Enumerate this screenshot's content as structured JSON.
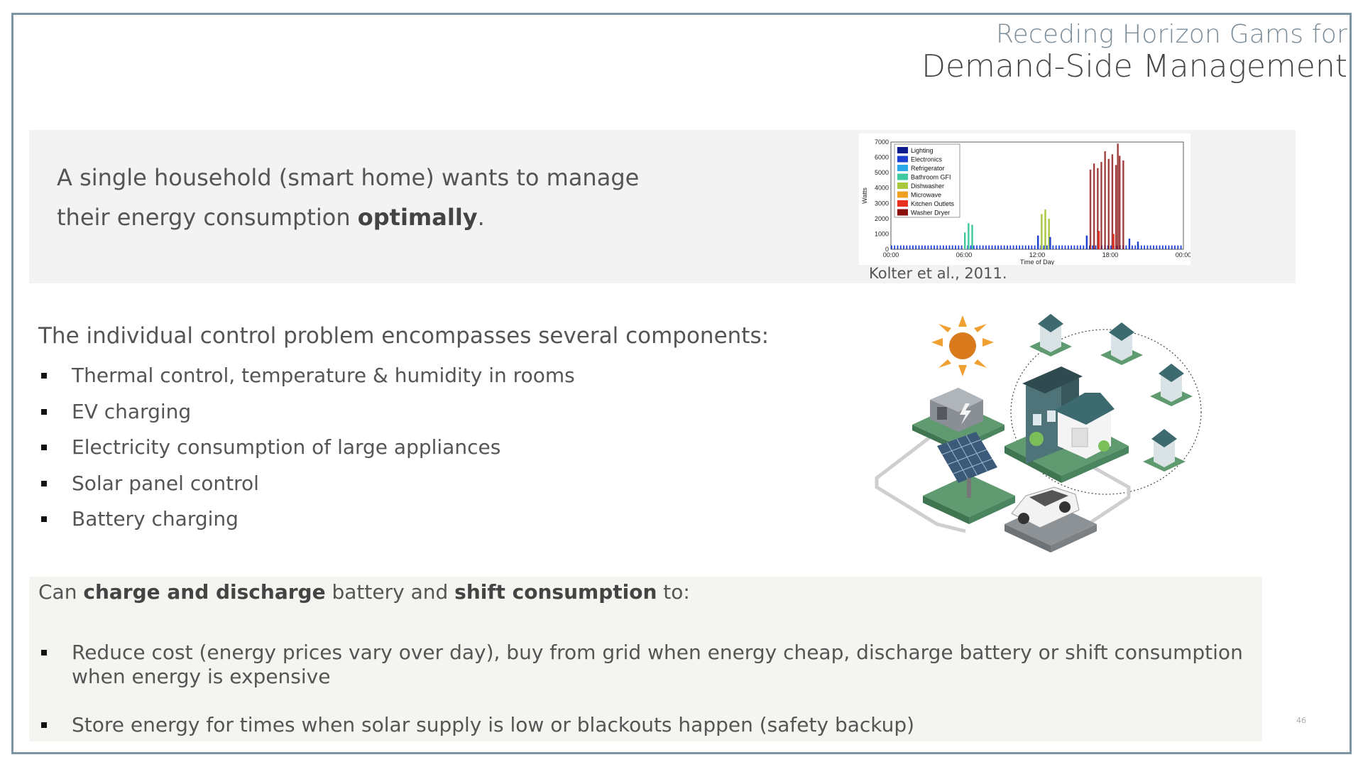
{
  "title": {
    "line1": "Receding Horizon Gams for",
    "line2": "Demand-Side Management"
  },
  "intro": {
    "before": "A single household (smart home) wants to manage their energy consumption ",
    "bold": "optimally",
    "after": "."
  },
  "chart_data": {
    "type": "bar",
    "ylabel": "Watts",
    "xlabel": "Time of Day",
    "ylim": [
      0,
      7000
    ],
    "yticks": [
      "0",
      "1000",
      "2000",
      "3000",
      "4000",
      "5000",
      "6000",
      "7000"
    ],
    "xticks": [
      "00:00",
      "06:00",
      "12:00",
      "18:00",
      "00:00"
    ],
    "legend": [
      "Lighting",
      "Electronics",
      "Refrigerator",
      "Bathroom GFI",
      "Dishwasher",
      "Microwave",
      "Kitchen Outlets",
      "Washer Dryer"
    ],
    "colors": [
      "#0a1a8c",
      "#1e40d0",
      "#2aa8e8",
      "#3ec9a0",
      "#a8c840",
      "#f0a020",
      "#e83020",
      "#8a1010"
    ],
    "legend_position": "top-left",
    "baseline_w": 250,
    "spikes": [
      {
        "h": 6.0,
        "w": 1100,
        "c": 3
      },
      {
        "h": 6.3,
        "w": 1700,
        "c": 3
      },
      {
        "h": 6.6,
        "w": 1600,
        "c": 3
      },
      {
        "h": 12.3,
        "w": 2300,
        "c": 4
      },
      {
        "h": 12.6,
        "w": 2600,
        "c": 4
      },
      {
        "h": 12.9,
        "w": 2000,
        "c": 4
      },
      {
        "h": 12.0,
        "w": 900,
        "c": 1
      },
      {
        "h": 13.0,
        "w": 800,
        "c": 1
      },
      {
        "h": 16.3,
        "w": 5200,
        "c": 7
      },
      {
        "h": 16.6,
        "w": 5600,
        "c": 7
      },
      {
        "h": 16.9,
        "w": 5300,
        "c": 7
      },
      {
        "h": 17.2,
        "w": 5700,
        "c": 7
      },
      {
        "h": 17.5,
        "w": 6400,
        "c": 7
      },
      {
        "h": 17.8,
        "w": 5900,
        "c": 7
      },
      {
        "h": 18.1,
        "w": 6200,
        "c": 7
      },
      {
        "h": 18.4,
        "w": 5500,
        "c": 7
      },
      {
        "h": 18.7,
        "w": 6100,
        "c": 7
      },
      {
        "h": 19.0,
        "w": 5800,
        "c": 7
      },
      {
        "h": 18.55,
        "w": 6900,
        "c": 7
      },
      {
        "h": 17.0,
        "w": 1200,
        "c": 6
      },
      {
        "h": 18.2,
        "w": 1000,
        "c": 6
      },
      {
        "h": 16.0,
        "w": 900,
        "c": 1
      },
      {
        "h": 19.5,
        "w": 700,
        "c": 1
      },
      {
        "h": 20.2,
        "w": 500,
        "c": 1
      }
    ]
  },
  "citation": "Kolter et al., 2011.",
  "components": {
    "heading": "The individual control problem encompasses several components:",
    "items": [
      "Thermal control, temperature & humidity in rooms",
      "EV charging",
      "Electricity consumption of large appliances",
      "Solar panel control",
      "Battery charging"
    ]
  },
  "actions": {
    "p1": "Can ",
    "b1": "charge and discharge",
    "p2": " battery and ",
    "b2": "shift consumption",
    "p3": " to:",
    "items": [
      "Reduce cost (energy prices vary over day), buy from grid when energy cheap, discharge battery or shift consumption when energy is expensive",
      "Store energy for times when solar supply is low or blackouts happen (safety backup)"
    ]
  },
  "page_number": "46"
}
